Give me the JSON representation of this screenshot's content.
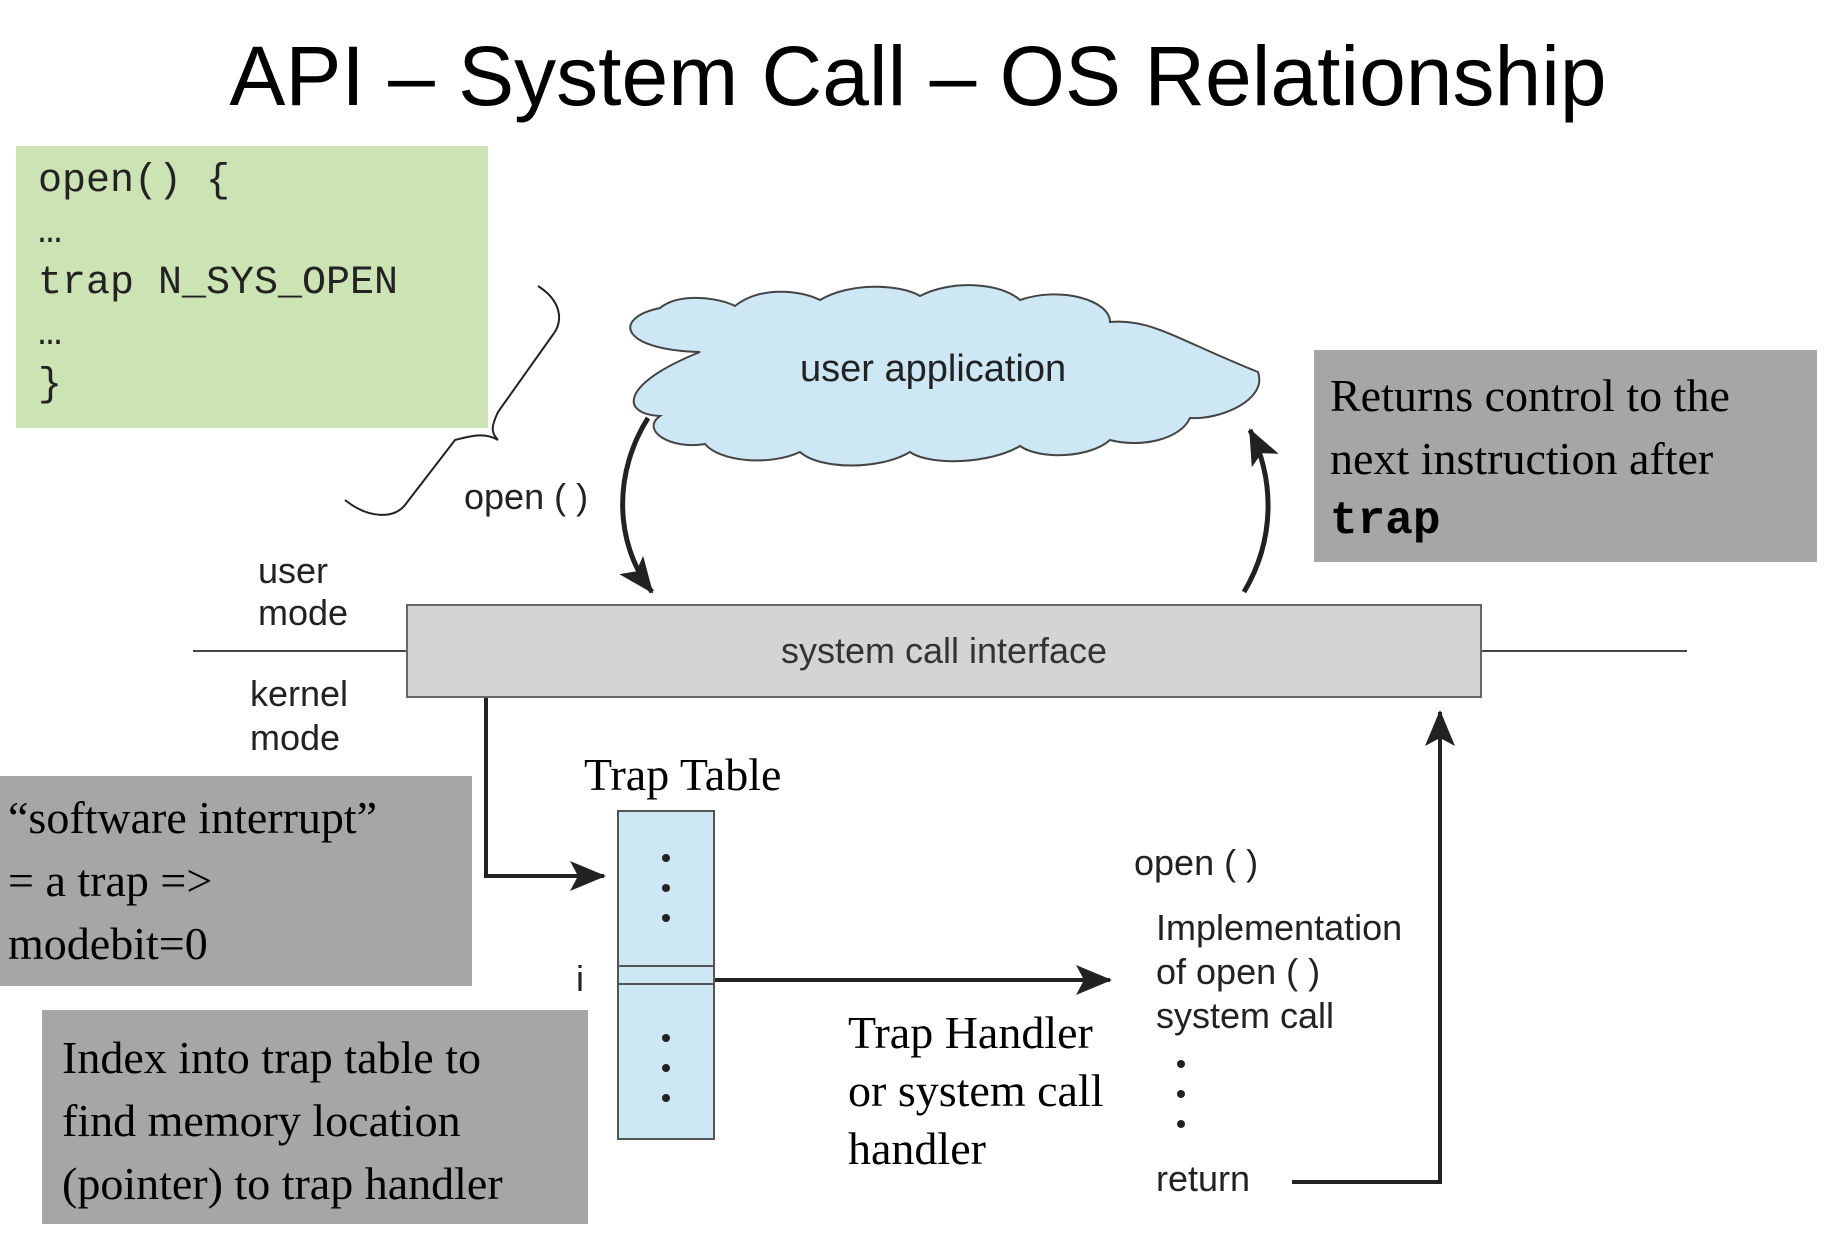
{
  "title": "API – System Call – OS Relationship",
  "code_box": {
    "lines": [
      "open() {",
      "…",
      "trap N_SYS_OPEN",
      "…",
      "}"
    ]
  },
  "cloud": {
    "label": "user application"
  },
  "open_call_label": "open ( )",
  "user_mode_label": [
    "user",
    "mode"
  ],
  "kernel_mode_label": [
    "kernel",
    "mode"
  ],
  "system_call_interface": "system call interface",
  "returns_box": {
    "line1": "Returns control to the",
    "line2": "next instruction after",
    "code": "trap"
  },
  "software_interrupt_box": {
    "line1": "“software interrupt”",
    "line2": "= a trap =>",
    "line3": "modebit=0"
  },
  "trap_table": {
    "title": "Trap Table",
    "index_label": "i"
  },
  "index_box": {
    "line1": "Index into trap table to",
    "line2": "find memory location",
    "line3": "(pointer) to trap handler"
  },
  "trap_handler_label": [
    "Trap Handler",
    "or system call",
    "handler"
  ],
  "implementation": {
    "header": "open ( )",
    "lines": [
      "Implementation",
      "of open ( )",
      "system call"
    ],
    "return_label": "return"
  },
  "colors": {
    "code_box_bg": "#cce3b4",
    "gray_box_bg": "#a6a6a6",
    "cloud_fill": "#cde7f5",
    "interface_fill": "#d4d4d6",
    "trap_table_fill": "#cde7f5"
  }
}
